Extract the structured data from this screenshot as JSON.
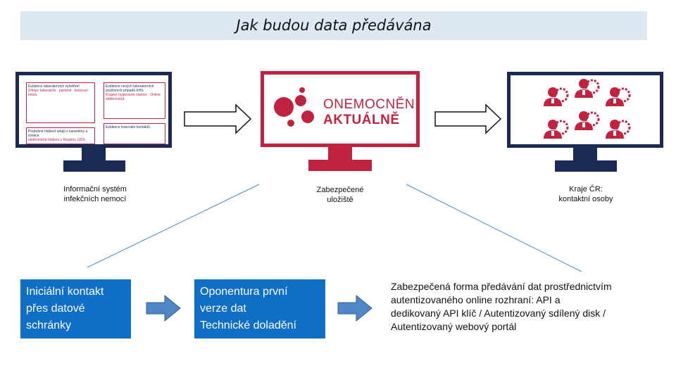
{
  "title": "Jak budou data předávána",
  "left_monitor": {
    "label_line1": "Informační systém",
    "label_line2": "infekčních nemocí",
    "mini": {
      "box1_title": "Evidence laboratorních vyšetření",
      "box1_sub": "Zdroje: laboratoře · pacienti · testovací místa",
      "box2_title": "Evidence nových laboratorních pozitivních případů KHS",
      "box2_sub": "Krajské hygienické stanice · Online elektronická",
      "box3_title": "Podrobné hlášení údajů z karantény a izolace",
      "box3_sub": "elektronické hlášení z Registru ÚZIS",
      "box4_title": "Evidence trasování kontaktů"
    }
  },
  "center_monitor": {
    "logo_line1": "ONEMOCNĚNÍ",
    "logo_line2": "AKTUÁLNĚ",
    "label_line1": "Zabezpečené",
    "label_line2": "uložiště"
  },
  "right_monitor": {
    "label_line1": "Kraje ČR:",
    "label_line2": "kontaktní osoby",
    "icon_name": "contact-person-icon"
  },
  "bottom": {
    "box1_lines": [
      "Iniciální kontakt",
      "přes datové",
      "schránky"
    ],
    "box2_lines": [
      "Oponentura první",
      "verze dat",
      "Technické doladění"
    ],
    "description_lines": [
      "Zabezpečená forma předávání dat prostřednictvím",
      "autentizovaného online rozhraní: API a",
      "dedikovaný API klíč / Autentizovaný sdílený disk /",
      "Autentizovaný webový portál"
    ]
  },
  "colors": {
    "navy": "#1b2a55",
    "crimson": "#c0223f",
    "blue_box": "#0f6fc6",
    "title_band": "#dde8f3",
    "connector_line": "#4f87c6"
  }
}
